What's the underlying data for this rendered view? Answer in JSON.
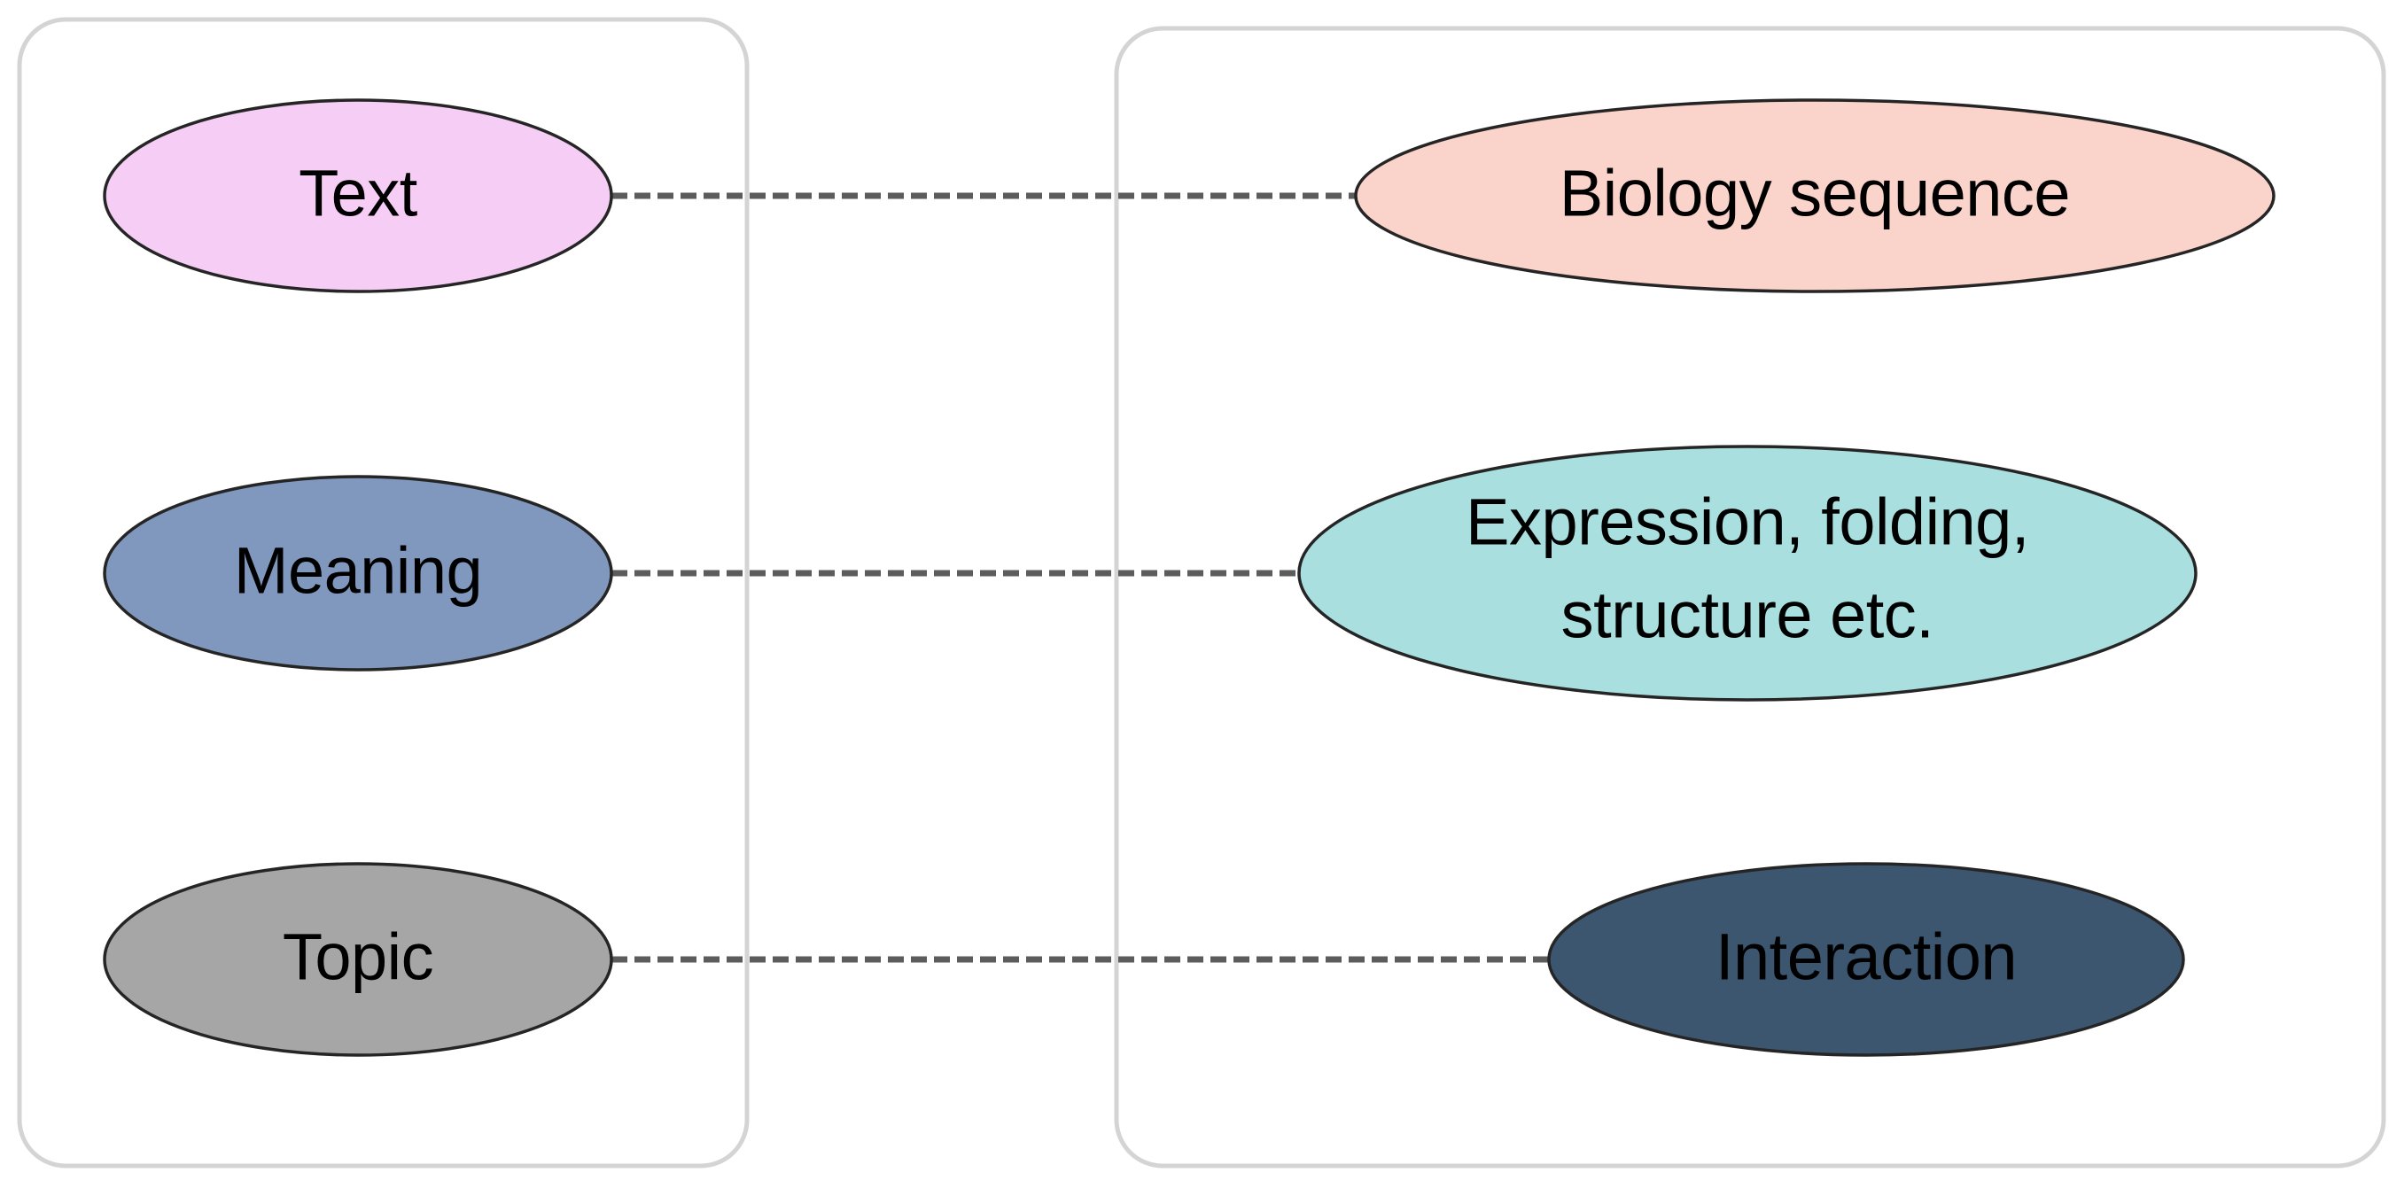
{
  "diagram": {
    "type": "analogy-mapping",
    "background_color": "#ffffff",
    "frame_color": "#d4d4d4",
    "connector_color": "#5c5c5c",
    "node_border_color": "#252525",
    "groups": [
      {
        "id": "left-group",
        "name": "language-domain"
      },
      {
        "id": "right-group",
        "name": "biology-domain"
      }
    ],
    "left_nodes": [
      {
        "id": "text",
        "label": "Text",
        "fill": "#f5cdf5"
      },
      {
        "id": "meaning",
        "label": "Meaning",
        "fill": "#8098bd"
      },
      {
        "id": "topic",
        "label": "Topic",
        "fill": "#a6a6a6"
      }
    ],
    "right_nodes": [
      {
        "id": "biology-sequence",
        "label": "Biology sequence",
        "label_line1": "Biology sequence",
        "label_line2": "",
        "fill": "#fad3ca"
      },
      {
        "id": "expression",
        "label": "Expression, folding, structure etc.",
        "label_line1": "Expression, folding,",
        "label_line2": "structure etc.",
        "fill": "#aadfdf"
      },
      {
        "id": "interaction",
        "label": "Interaction",
        "label_line1": "Interaction",
        "label_line2": "",
        "fill": "#3c5670"
      }
    ],
    "connections": [
      {
        "id": "conn-text-biology",
        "from": "text",
        "to": "biology-sequence",
        "style": "dashed"
      },
      {
        "id": "conn-meaning-expression",
        "from": "meaning",
        "to": "expression",
        "style": "dashed"
      },
      {
        "id": "conn-topic-interaction",
        "from": "topic",
        "to": "interaction",
        "style": "dashed"
      }
    ]
  }
}
